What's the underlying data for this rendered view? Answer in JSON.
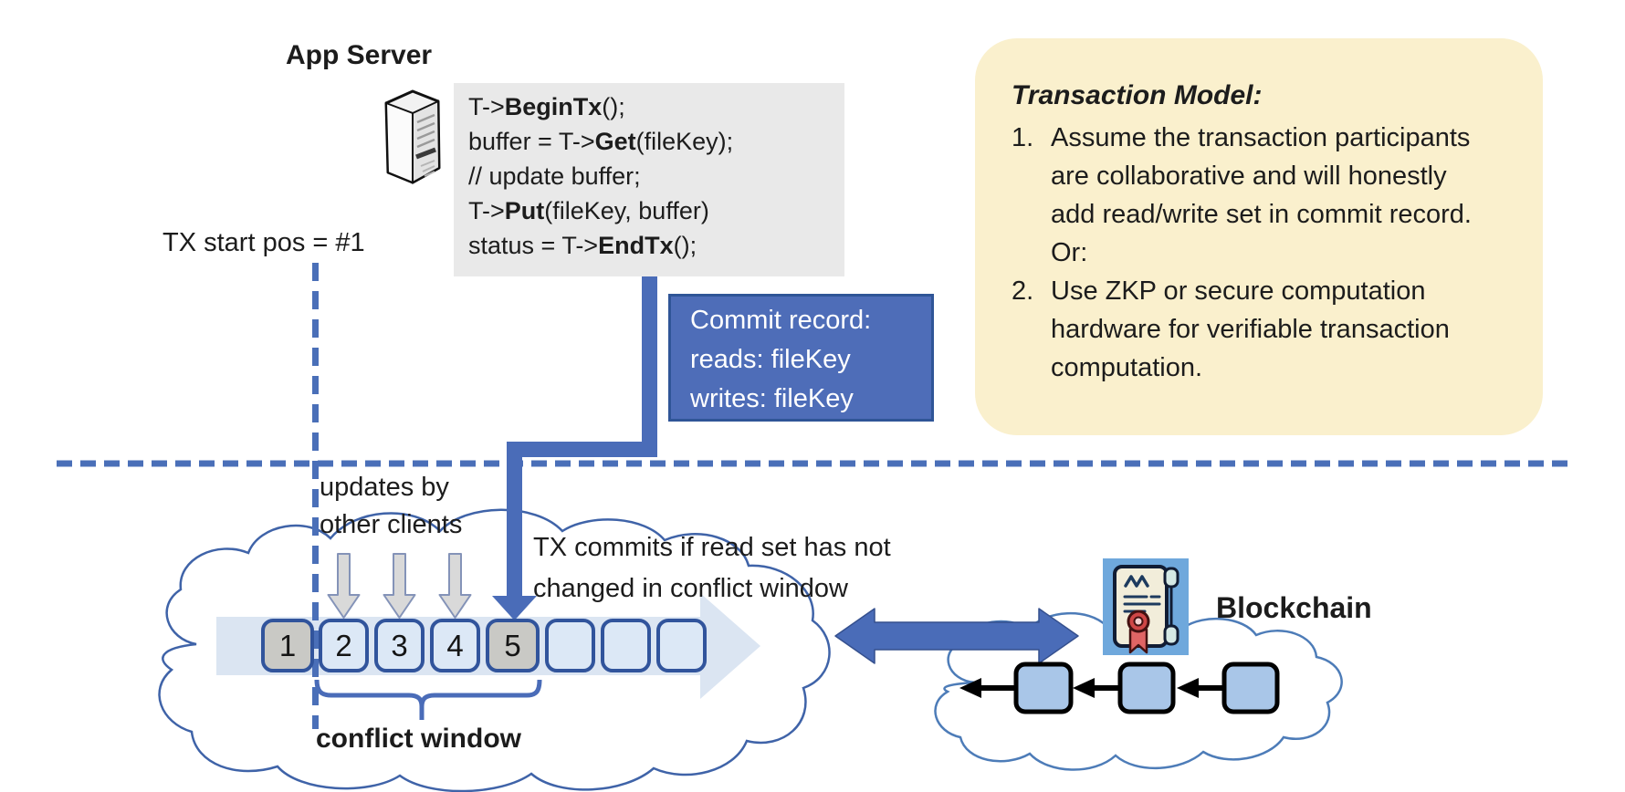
{
  "app_server": {
    "label": "App Server"
  },
  "code_block": {
    "lines": [
      {
        "pre": "T->",
        "bold": "BeginTx",
        "post": "();"
      },
      {
        "pre": "buffer = T->",
        "bold": "Get",
        "post": "(fileKey);"
      },
      {
        "pre": "// update buffer;",
        "bold": "",
        "post": ""
      },
      {
        "pre": "T->",
        "bold": "Put",
        "post": "(fileKey, buffer)"
      },
      {
        "pre": "status = T->",
        "bold": "EndTx",
        "post": "();"
      }
    ]
  },
  "tx_start": {
    "label": "TX start pos = #1"
  },
  "commit_record": {
    "line1": "Commit record:",
    "line2": "reads: fileKey",
    "line3": "writes: fileKey"
  },
  "transaction_model": {
    "title": "Transaction Model:",
    "items": [
      {
        "num": "1.",
        "text": "Assume the transaction participants are collaborative and will honestly add read/write set in commit record.  Or:"
      },
      {
        "num": "2.",
        "text": "Use ZKP or secure computation hardware for verifiable transaction computation."
      }
    ]
  },
  "annotations": {
    "updates_line1": "updates by",
    "updates_line2": "other clients",
    "tx_commits_line1": "TX commits if read set has not",
    "tx_commits_line2": "changed in conflict window",
    "conflict_window": "conflict window"
  },
  "timeline": {
    "blocks": [
      {
        "label": "1"
      },
      {
        "label": "2"
      },
      {
        "label": "3"
      },
      {
        "label": "4"
      },
      {
        "label": "5"
      },
      {
        "label": ""
      },
      {
        "label": ""
      },
      {
        "label": ""
      }
    ],
    "highlighted_labels": [
      "1",
      "5"
    ]
  },
  "blockchain": {
    "label": "Blockchain"
  },
  "icons": {
    "app_server": "server-tower-icon",
    "blockchain": "certificate-scroll-icon"
  },
  "colors": {
    "accent_blue": "#4a6cb8",
    "dashed_line_blue": "#4a6fb8",
    "commit_box_fill": "#4e6db8",
    "commit_box_border": "#2f5597",
    "note_bg": "#faf0cd",
    "code_bg": "#e9e9e9",
    "timeline_box_fill": "#dce8f6",
    "timeline_box_gray": "#c9c9c5",
    "timeline_box_border": "#31549c",
    "band_arrow_fill": "#dbe5f2",
    "cloud_stroke": "#3f63a8",
    "icon_bg_blue": "#6fa8dc",
    "chain_block_fill": "#a9c6e8"
  }
}
